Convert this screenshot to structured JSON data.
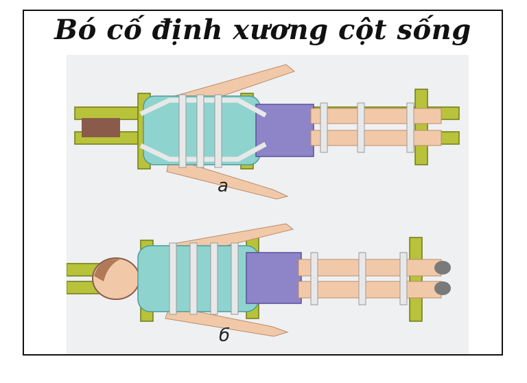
{
  "title": "Bó cố định xương cột sống",
  "panels": [
    {
      "label": "а"
    },
    {
      "label": "б"
    }
  ],
  "colors": {
    "board": "#b8c23a",
    "board_edge": "#6f7a14",
    "shirt": "#8fd3cf",
    "shorts": "#8e84c8",
    "skin": "#f2c9a8",
    "bandage": "#e8e8e8",
    "panel_bg": "#eef0f2",
    "frame": "#111111"
  }
}
